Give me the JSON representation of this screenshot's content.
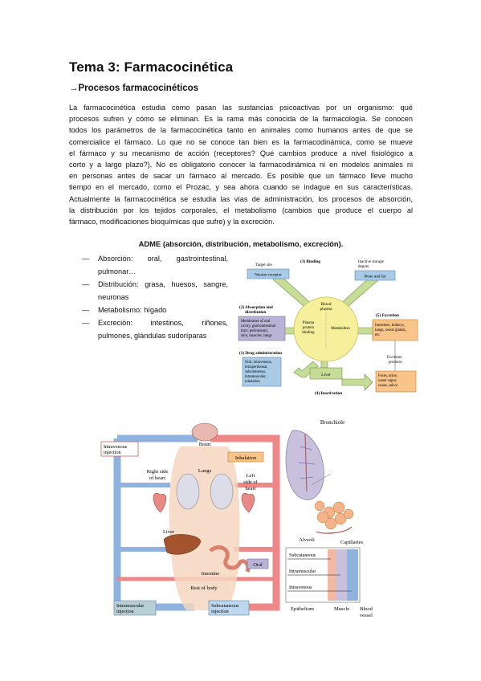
{
  "doc": {
    "title": "Tema 3: Farmacocinética",
    "subtitle": "→Procesos farmacocinéticos",
    "paragraph_lines": [
      "La farmacocinética estudia como pasan las sustancias psicoactivas por un organismo: qué",
      "procesos sufren y cómo se eliminan. Es la rama más conocida de la farmacología. Se conocen",
      "todos los parámetros de la farmacocinética tanto en animales como humanos antes de que se",
      "comercialice el fármaco. Lo que no se conoce tan bien es la farmacodinámica, como se mueve",
      "el fármaco y su mecanismo de acción (receptores? Qué cambios produce a nivel fisiológico a",
      "corto y a largo plazo?). No es obligatorio conocer la farmacodinámica ni en modelos animales ni",
      "en personas antes de sacar un fármaco al mercado. Es posible que un fármaco lleve mucho",
      "tiempo en el mercado, como el Prozac, y sea ahora cuando se indague en sus características.",
      "Actualmente la farmacocinética se estudia las vías de administración, los procesos de absorción,",
      "la distribución por los tejidos corporales, el metabolismo (cambios que produce el cuerpo al",
      "fármaco, modificaciones bioquímicas que sufre) y la excreción."
    ],
    "adme": "ADME (absorción, distribución, metabolismo, excreción).",
    "bullets": [
      {
        "dash": "—",
        "l1": "Absorción:  oral,  gastrointestinal,",
        "l2": "pulmonar…"
      },
      {
        "dash": "—",
        "l1": "Distribución: grasa, huesos, sangre,",
        "l2": "neuronas"
      },
      {
        "dash": "—",
        "l1": "Metabolismo: hígado",
        "l2": ""
      },
      {
        "dash": "—",
        "l1": "Excreción:   intestinos,   riñones,",
        "l2": "pulmones, glándulas sudoríparas"
      }
    ]
  },
  "adme_figure": {
    "binding_header": "(3) Binding",
    "target_site": "Target site",
    "neuron_receptor": "Neuron receptor",
    "storage_label_1": "Inactive storage",
    "storage_label_2": "depots",
    "bone_fat": "Bone and fat",
    "blood_1": "Blood",
    "blood_2": "plasma",
    "plasma_1": "Plasma",
    "plasma_2": "protein",
    "plasma_3": "binding",
    "metabolites": "Metabolites",
    "absorption_1": "(2) Absorption and",
    "absorption_2": "distribution",
    "membranes": [
      "Membranes of oral",
      "cavity, gastrointestinal",
      "tract, peritoneum,",
      "skin, muscles, lungs"
    ],
    "excretion_header": "(5) Excretion",
    "excretion_box": [
      "Intestines, kidneys,",
      "lungs, sweat glands,",
      "etc."
    ],
    "excretion_products_1": "Excretion",
    "excretion_products_2": "products",
    "drug_admin": "(1) Drug administration",
    "admin_box": [
      "Oral, intravenous,",
      "intraperitoneal,",
      "subcutaneous,",
      "intramuscular,",
      "inhalation"
    ],
    "liver": "Liver",
    "products_box": [
      "Feces, urine,",
      "water vapor,",
      "sweat, saliva"
    ],
    "inactivation": "(4) Inactivation"
  },
  "body_figure": {
    "brain": "Brain",
    "intravenous_1": "Intravenous",
    "intravenous_2": "injection",
    "inhalation": "Inhalation",
    "right_heart_1": "Right side",
    "right_heart_2": "of heart",
    "lungs": "Lungs",
    "left_heart_1": "Left",
    "left_heart_2": "side of",
    "left_heart_3": "heart",
    "liver": "Liver",
    "oral": "Oral",
    "intestine": "Intestine",
    "rest_of_body": "Rest of body",
    "intramuscular_1": "Intramuscular",
    "intramuscular_2": "injection",
    "subcutaneous_1": "Subcutaneous",
    "subcutaneous_2": "injection",
    "bronchiole": "Bronchiole",
    "alveoli": "Alveoli",
    "capillaries": "Capillaries",
    "sub_label": "Subcutaneous",
    "im_label": "Intramuscular",
    "iv_label": "Intravenous",
    "epithelium": "Epithelium",
    "muscle": "Muscle",
    "blood_1": "Blood",
    "blood_2": "vessel"
  },
  "colors": {
    "blue_box": "#a9cbe6",
    "yellow_circle": "#f6ef9c",
    "green_arrow": "#c6dd98",
    "orange_box": "#f8c489",
    "purple_box": "#b9b4d5",
    "pink_vessel": "#ee8787",
    "blue_vessel": "#8fb3de"
  }
}
